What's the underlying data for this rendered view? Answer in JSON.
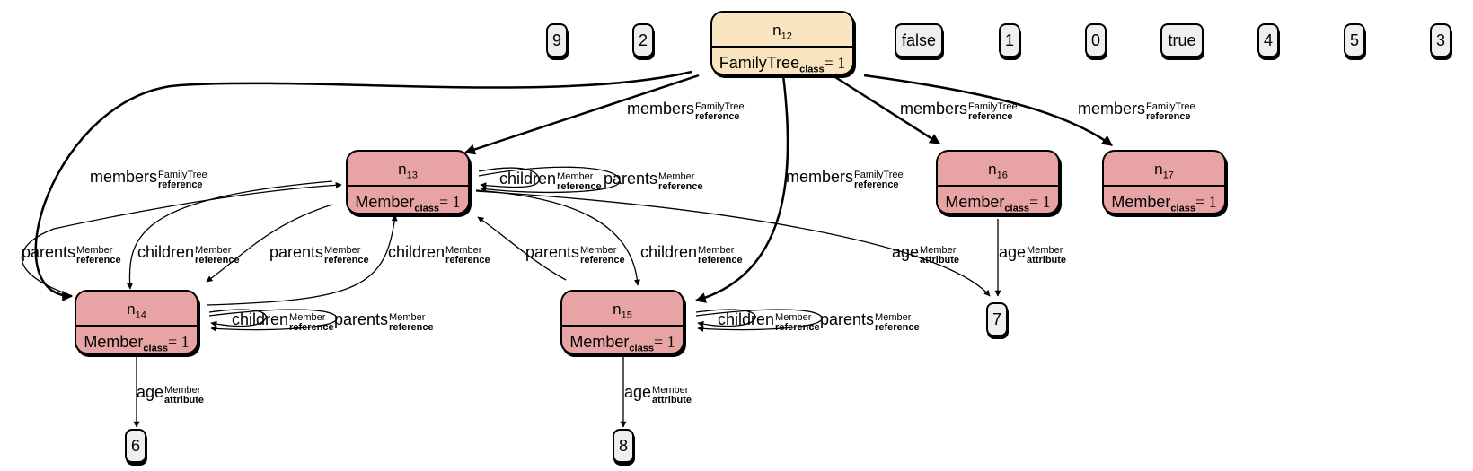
{
  "nodes": {
    "n12": {
      "id_base": "n",
      "id_num": "12",
      "attr": "FamilyTree",
      "attr_sub": "class",
      "eq": "= 1"
    },
    "n13": {
      "id_base": "n",
      "id_num": "13",
      "attr": "Member",
      "attr_sub": "class",
      "eq": "= 1"
    },
    "n14": {
      "id_base": "n",
      "id_num": "14",
      "attr": "Member",
      "attr_sub": "class",
      "eq": "= 1"
    },
    "n15": {
      "id_base": "n",
      "id_num": "15",
      "attr": "Member",
      "attr_sub": "class",
      "eq": "= 1"
    },
    "n16": {
      "id_base": "n",
      "id_num": "16",
      "attr": "Member",
      "attr_sub": "class",
      "eq": "= 1"
    },
    "n17": {
      "id_base": "n",
      "id_num": "17",
      "attr": "Member",
      "attr_sub": "class",
      "eq": "= 1"
    }
  },
  "values": {
    "v9": "9",
    "v2": "2",
    "vfalse": "false",
    "v1": "1",
    "v0": "0",
    "vtrue": "true",
    "v4": "4",
    "v5": "5",
    "v3": "3",
    "v7": "7",
    "v6": "6",
    "v8": "8"
  },
  "labels": {
    "members": {
      "main": "members",
      "sup": "FamilyTree",
      "sub": "reference"
    },
    "children": {
      "main": "children",
      "sup": "Member",
      "sub": "reference"
    },
    "parents": {
      "main": "parents",
      "sup": "Member",
      "sub": "reference"
    },
    "age": {
      "main": "age",
      "sup": "Member",
      "sub": "attribute"
    }
  },
  "colors": {
    "member_fill": "#e8a4a4",
    "tree_fill": "#f9e5c0",
    "value_fill": "#efefef",
    "stroke": "#000000"
  }
}
